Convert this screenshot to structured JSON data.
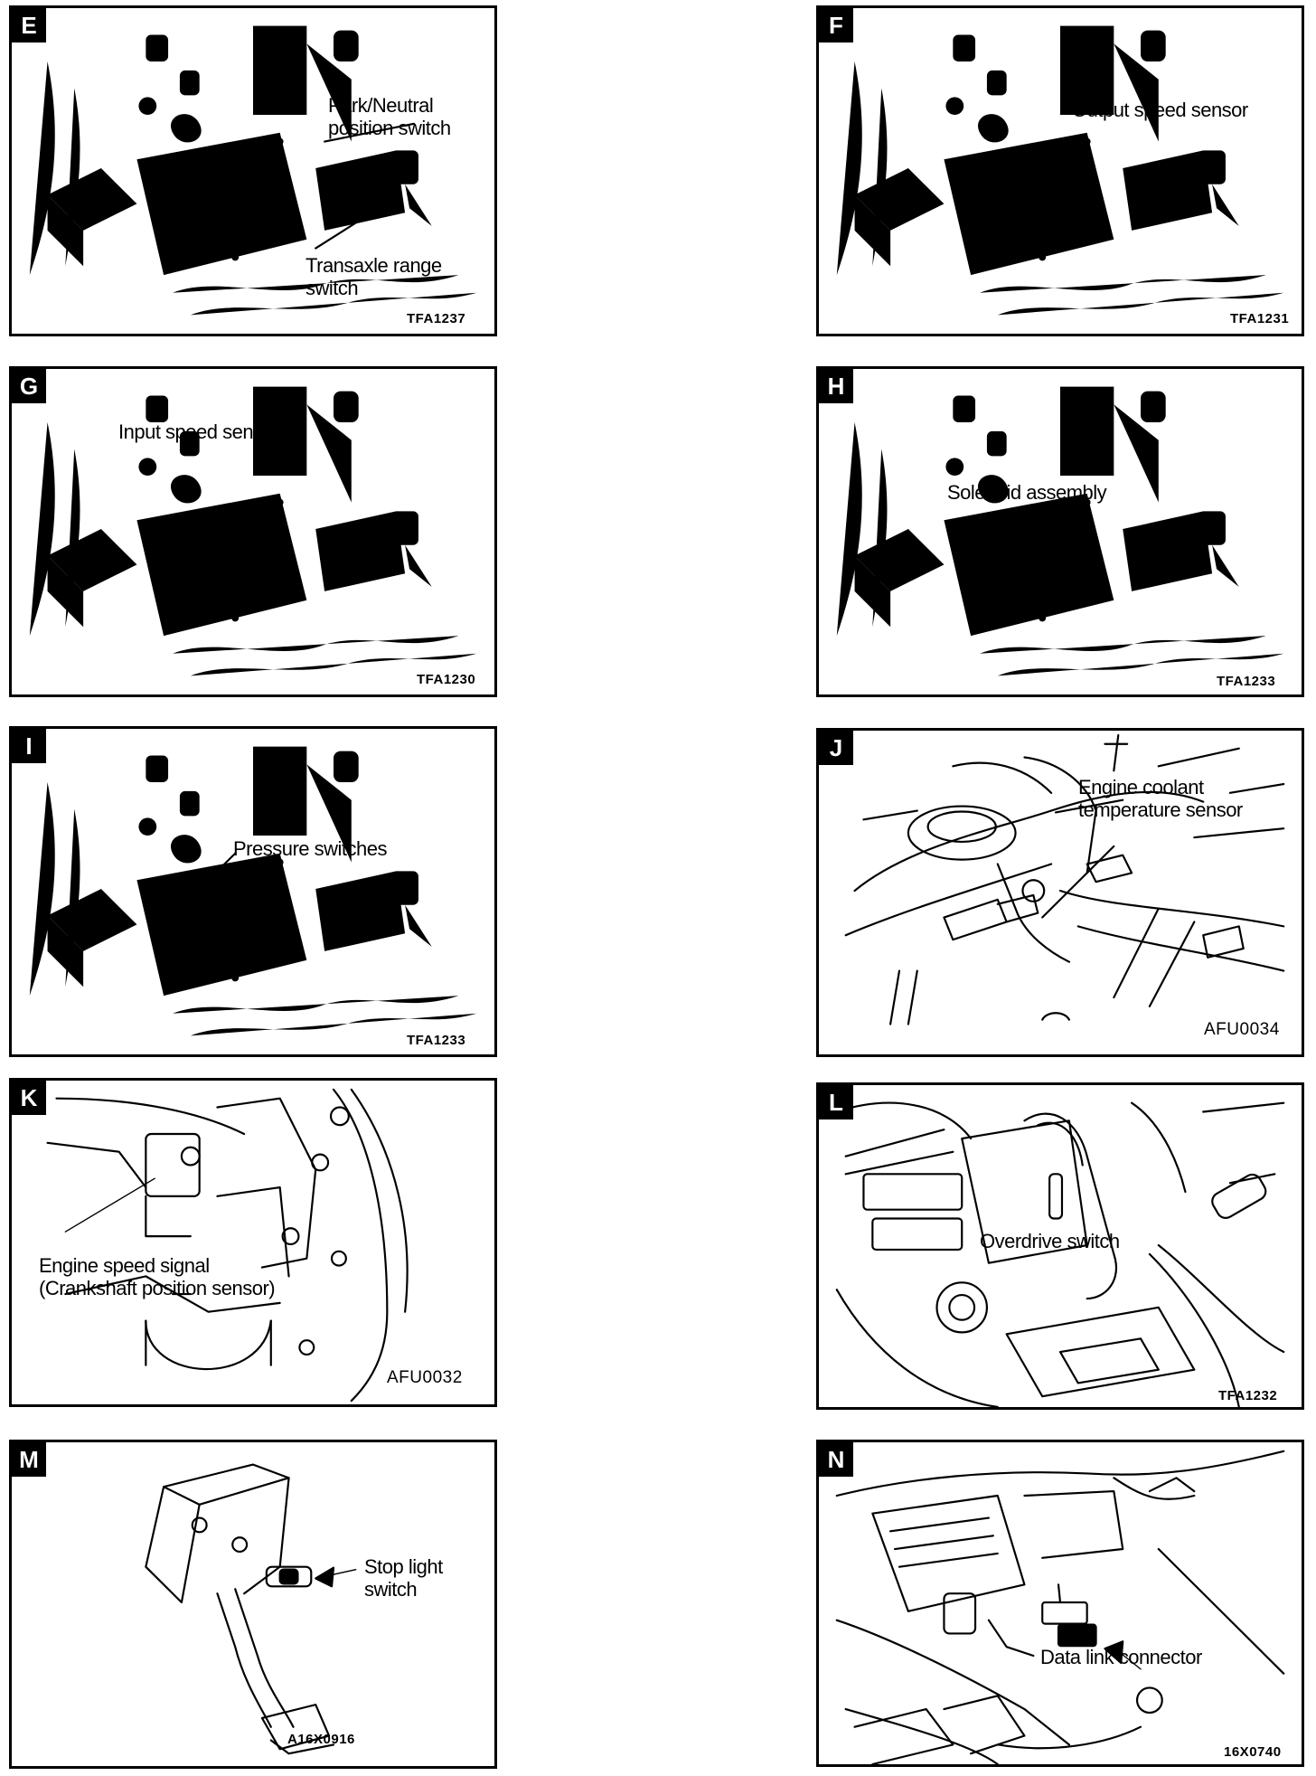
{
  "panels": {
    "E": {
      "letter": "E",
      "label_1": "Park/Neutral",
      "label_2": "position switch",
      "label_3": "Transaxle range",
      "label_4": "switch",
      "code": "TFA1237"
    },
    "F": {
      "letter": "F",
      "label_1": "Output speed sensor",
      "code": "TFA1231"
    },
    "G": {
      "letter": "G",
      "label_1": "Input speed sensor",
      "code": "TFA1230"
    },
    "H": {
      "letter": "H",
      "label_1": "Solenoid assembly",
      "code": "TFA1233"
    },
    "I": {
      "letter": "I",
      "label_1": "Pressure switches",
      "code": "TFA1233"
    },
    "J": {
      "letter": "J",
      "label_1": "Engine coolant",
      "label_2": "temperature sensor",
      "code": "AFU0034"
    },
    "K": {
      "letter": "K",
      "label_1": "Engine speed signal",
      "label_2": "(Crankshaft position sensor)",
      "code": "AFU0032"
    },
    "L": {
      "letter": "L",
      "label_1": "Overdrive switch",
      "code": "TFA1232"
    },
    "M": {
      "letter": "M",
      "label_1": "Stop light",
      "label_2": "switch",
      "code": "A16X0916"
    },
    "N": {
      "letter": "N",
      "label_1": "Data link connector",
      "code": "16X0740"
    }
  }
}
